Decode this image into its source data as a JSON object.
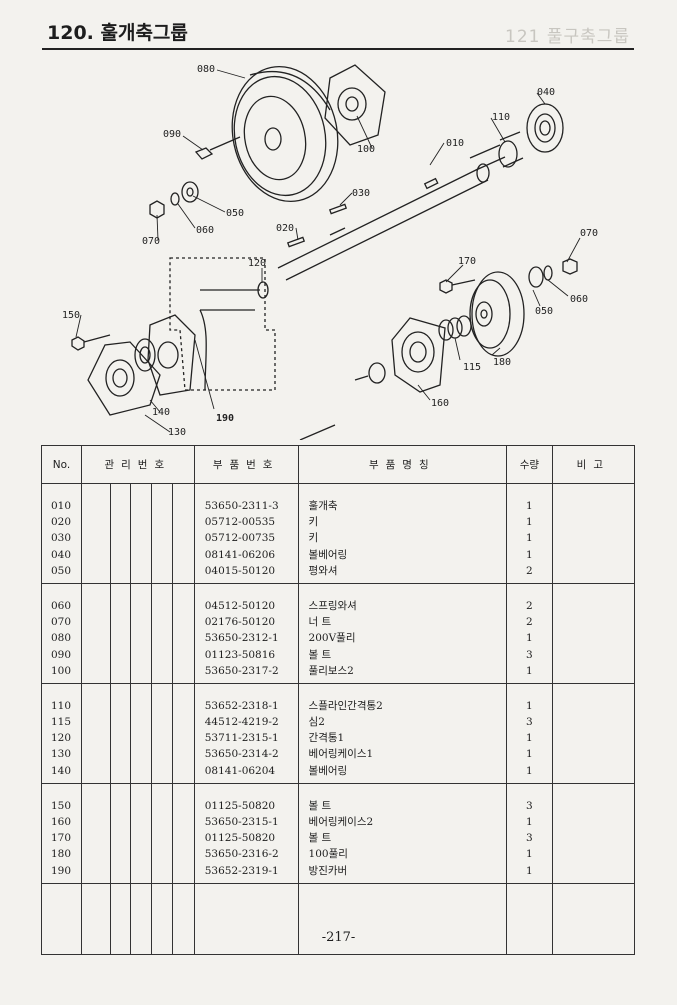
{
  "header": {
    "title": "120. 훌개축그룹",
    "ghost_title": "121 풀구축그룹"
  },
  "diagram": {
    "callouts": [
      "080",
      "090",
      "050",
      "060",
      "070",
      "100",
      "030",
      "020",
      "010",
      "110",
      "040",
      "120",
      "170",
      "070",
      "060",
      "050",
      "180",
      "115",
      "160",
      "150",
      "140",
      "130",
      "190"
    ]
  },
  "table": {
    "headers": {
      "no": "No.",
      "mgmt": "관리번호",
      "part_no": "부품번호",
      "name": "부품명칭",
      "qty": "수량",
      "note": "비고"
    },
    "groups": [
      {
        "rows": [
          {
            "no": "010",
            "part_no": "53650-2311-3",
            "name": "훌개축",
            "qty": "1"
          },
          {
            "no": "020",
            "part_no": "05712-00535",
            "name": "키",
            "qty": "1"
          },
          {
            "no": "030",
            "part_no": "05712-00735",
            "name": "키",
            "qty": "1"
          },
          {
            "no": "040",
            "part_no": "08141-06206",
            "name": "볼베어링",
            "qty": "1"
          },
          {
            "no": "050",
            "part_no": "04015-50120",
            "name": "평와셔",
            "qty": "2"
          }
        ]
      },
      {
        "rows": [
          {
            "no": "060",
            "part_no": "04512-50120",
            "name": "스프링와셔",
            "qty": "2"
          },
          {
            "no": "070",
            "part_no": "02176-50120",
            "name": "너  트",
            "qty": "2"
          },
          {
            "no": "080",
            "part_no": "53650-2312-1",
            "name": "200V풀리",
            "qty": "1"
          },
          {
            "no": "090",
            "part_no": "01123-50816",
            "name": "볼  트",
            "qty": "3"
          },
          {
            "no": "100",
            "part_no": "53650-2317-2",
            "name": "풀리보스2",
            "qty": "1"
          }
        ]
      },
      {
        "rows": [
          {
            "no": "110",
            "part_no": "53652-2318-1",
            "name": "스플라인간격통2",
            "qty": "1"
          },
          {
            "no": "115",
            "part_no": "44512-4219-2",
            "name": "심2",
            "qty": "3"
          },
          {
            "no": "120",
            "part_no": "53711-2315-1",
            "name": "간격통1",
            "qty": "1"
          },
          {
            "no": "130",
            "part_no": "53650-2314-2",
            "name": "베어링케이스1",
            "qty": "1"
          },
          {
            "no": "140",
            "part_no": "08141-06204",
            "name": "볼베어링",
            "qty": "1"
          }
        ]
      },
      {
        "rows": [
          {
            "no": "150",
            "part_no": "01125-50820",
            "name": "볼  트",
            "qty": "3"
          },
          {
            "no": "160",
            "part_no": "53650-2315-1",
            "name": "베어링케이스2",
            "qty": "1"
          },
          {
            "no": "170",
            "part_no": "01125-50820",
            "name": "볼  트",
            "qty": "3"
          },
          {
            "no": "180",
            "part_no": "53650-2316-2",
            "name": "100풀리",
            "qty": "1"
          },
          {
            "no": "190",
            "part_no": "53652-2319-1",
            "name": "방진카버",
            "qty": "1"
          }
        ]
      }
    ]
  },
  "footer": {
    "page_number": "-217-"
  }
}
